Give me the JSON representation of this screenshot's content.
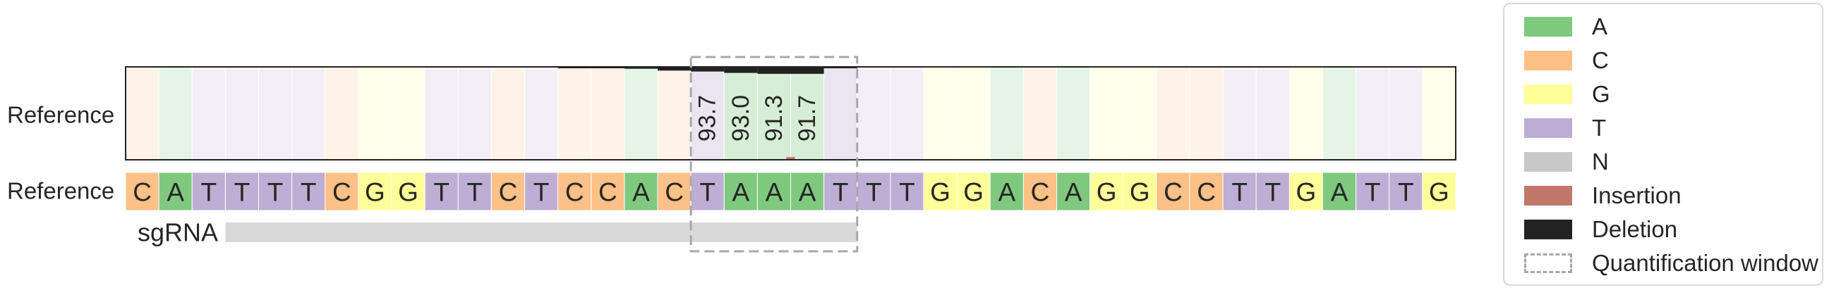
{
  "colors": {
    "A": "#7fc97f",
    "C": "#fdc086",
    "G": "#ffff99",
    "T": "#beaed4",
    "N": "#c8c8c8",
    "Insertion": "#c1786b",
    "Deletion": "#222222",
    "window_border": "#a8a8a8",
    "sgrna_bar": "#d9d9d9"
  },
  "labels": {
    "row1": "Reference",
    "row2": "Reference",
    "sgrna": "sgRNA"
  },
  "chart_data": {
    "type": "heatmap",
    "reference_sequence": [
      "C",
      "A",
      "T",
      "T",
      "T",
      "T",
      "C",
      "G",
      "G",
      "T",
      "T",
      "C",
      "T",
      "C",
      "C",
      "A",
      "C",
      "T",
      "A",
      "A",
      "A",
      "T",
      "T",
      "T",
      "G",
      "G",
      "A",
      "C",
      "A",
      "G",
      "G",
      "C",
      "C",
      "T",
      "T",
      "G",
      "A",
      "T",
      "T",
      "G"
    ],
    "window_percentages": [
      {
        "position": 17,
        "value": "93.7"
      },
      {
        "position": 18,
        "value": "93.0"
      },
      {
        "position": 19,
        "value": "91.3"
      },
      {
        "position": 20,
        "value": "91.7"
      }
    ],
    "deletion_fraction": [
      0,
      0,
      0,
      0,
      0,
      0,
      0,
      0,
      0,
      0,
      0,
      0,
      0,
      0.005,
      0.005,
      0.02,
      0.04,
      0.05,
      0.065,
      0.075,
      0.075,
      0.005,
      0,
      0,
      0,
      0,
      0,
      0,
      0,
      0,
      0,
      0,
      0,
      0,
      0,
      0,
      0,
      0,
      0,
      0
    ],
    "insertion_positions": [
      20
    ],
    "sgrna_range": [
      3,
      22
    ],
    "quantification_window": [
      17,
      22
    ]
  },
  "legend": [
    {
      "label": "A",
      "color_key": "A",
      "icon": "swatch"
    },
    {
      "label": "C",
      "color_key": "C",
      "icon": "swatch"
    },
    {
      "label": "G",
      "color_key": "G",
      "icon": "swatch"
    },
    {
      "label": "T",
      "color_key": "T",
      "icon": "swatch"
    },
    {
      "label": "N",
      "color_key": "N",
      "icon": "swatch"
    },
    {
      "label": "Insertion",
      "color_key": "Insertion",
      "icon": "swatch"
    },
    {
      "label": "Deletion",
      "color_key": "Deletion",
      "icon": "swatch"
    },
    {
      "label": "Quantification window",
      "color_key": "window_border",
      "icon": "dashed-box"
    }
  ]
}
